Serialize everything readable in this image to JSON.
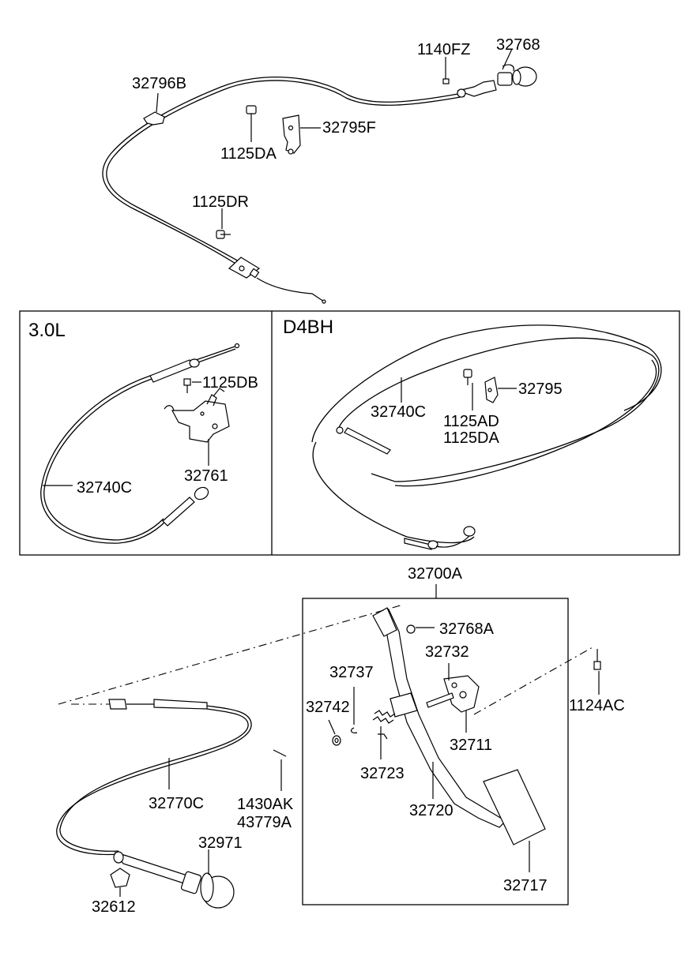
{
  "sections": {
    "engine_30l": "3.0L",
    "engine_d4bh": "D4BH"
  },
  "labels": {
    "p32768": "32768",
    "p1140FZ": "1140FZ",
    "p32796B": "32796B",
    "p32795F": "32795F",
    "p1125DA_top": "1125DA",
    "p1125DR": "1125DR",
    "p1125DB": "1125DB",
    "p32761": "32761",
    "p32740C_left": "32740C",
    "p32740C_right": "32740C",
    "p32795": "32795",
    "p1125AD": "1125AD",
    "p1125DA_right": "1125DA",
    "p32700A": "32700A",
    "p32768A": "32768A",
    "p32732": "32732",
    "p32737": "32737",
    "p32742": "32742",
    "p32711": "32711",
    "p1124AC": "1124AC",
    "p32723": "32723",
    "p32770C": "32770C",
    "p1430AK": "1430AK",
    "p43779A": "43779A",
    "p32720": "32720",
    "p32971": "32971",
    "p32612": "32612",
    "p32717": "32717"
  }
}
